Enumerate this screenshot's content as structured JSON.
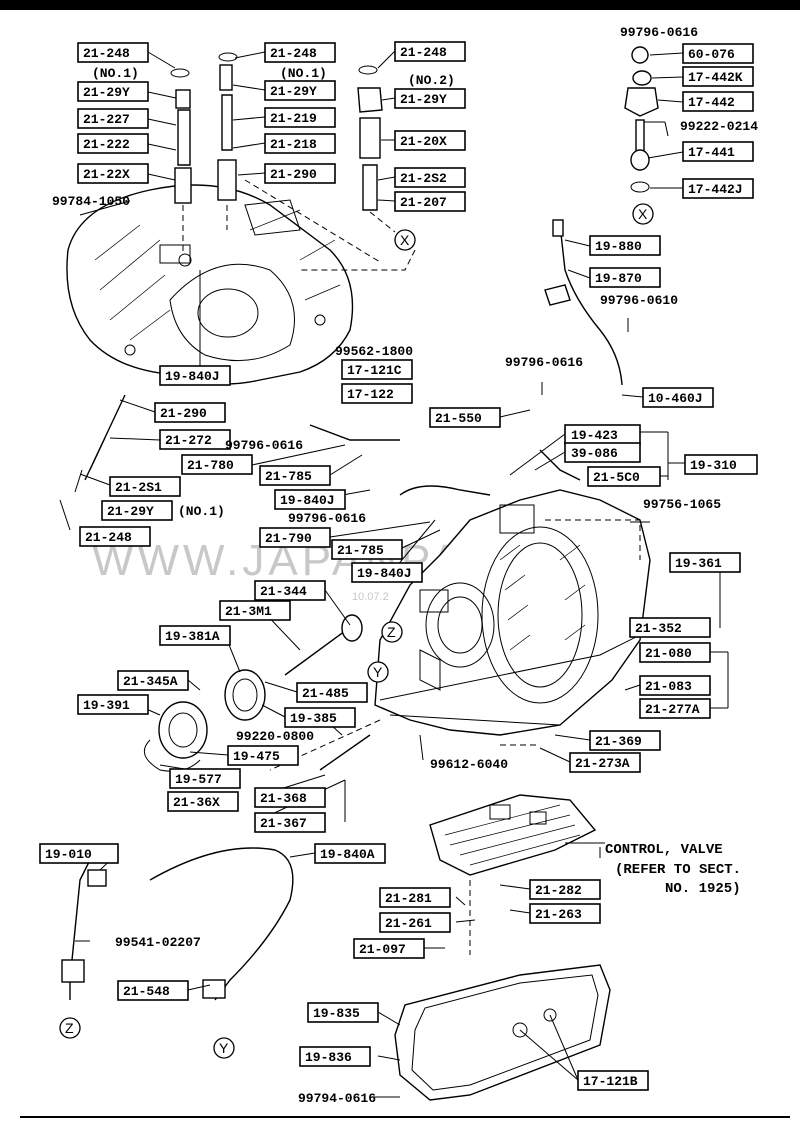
{
  "parts": {
    "p1": "21-248",
    "p2": "21-248",
    "p3": "21-248",
    "p4": "21-29Y",
    "p5": "21-29Y",
    "p6": "21-29Y",
    "p7": "21-227",
    "p8": "21-219",
    "p9": "21-222",
    "p10": "21-218",
    "p11": "21-20X",
    "p12": "21-22X",
    "p13": "21-290",
    "p14": "21-2S2",
    "p15": "21-207",
    "p16": "60-076",
    "p17": "17-442K",
    "p18": "17-442",
    "p19": "17-441",
    "p20": "17-442J",
    "p21": "19-880",
    "p22": "19-870",
    "p23": "10-460J",
    "p24": "17-121C",
    "p25": "17-122",
    "p26": "19-840J",
    "p27": "21-290",
    "p28": "21-272",
    "p29": "21-2S1",
    "p30": "21-29Y",
    "p31": "21-248",
    "p32": "21-550",
    "p33": "21-780",
    "p34": "21-785",
    "p35": "19-840J",
    "p36": "19-423",
    "p37": "39-086",
    "p38": "21-5C0",
    "p39": "19-310",
    "p40": "21-790",
    "p41": "21-785",
    "p42": "19-840J",
    "p43": "19-361",
    "p44": "21-352",
    "p45": "21-080",
    "p46": "21-083",
    "p47": "21-277A",
    "p48": "21-344",
    "p49": "21-3M1",
    "p50": "19-381A",
    "p51": "21-345A",
    "p52": "21-485",
    "p53": "19-391",
    "p54": "19-385",
    "p55": "19-475",
    "p56": "19-577",
    "p57": "21-36X",
    "p58": "21-368",
    "p59": "21-367",
    "p60": "21-369",
    "p61": "21-273A",
    "p62": "19-010",
    "p63": "19-840A",
    "p64": "21-548",
    "p65": "21-281",
    "p66": "21-282",
    "p67": "21-261",
    "p68": "21-263",
    "p69": "21-097",
    "p70": "19-835",
    "p71": "19-836",
    "p72": "17-121B"
  },
  "bolts": {
    "b1": "99784-1050",
    "b2": "99796-0616",
    "b3": "99222-0214",
    "b4": "99796-0610",
    "b5": "99562-1800",
    "b6": "99796-0616",
    "b7": "99796-0616",
    "b8": "99796-0616",
    "b9": "99756-1065",
    "b10": "99220-0800",
    "b11": "99612-6040",
    "b12": "99541-02207",
    "b13": "99794-0616"
  },
  "notes": {
    "no1a": "(NO.1)",
    "no1b": "(NO.1)",
    "no2": "(NO.2)",
    "no1c": "(NO.1)",
    "cv1": "CONTROL, VALVE",
    "cv2": "(REFER TO SECT.",
    "cv3": "NO. 1925)"
  },
  "refs": {
    "x1": "X",
    "x2": "X",
    "z1": "Z",
    "z2": "Z",
    "y1": "Y",
    "y2": "Y"
  },
  "watermark": {
    "main": "WWW.JAPANPARTS.RU",
    "date": "10.07.2"
  }
}
